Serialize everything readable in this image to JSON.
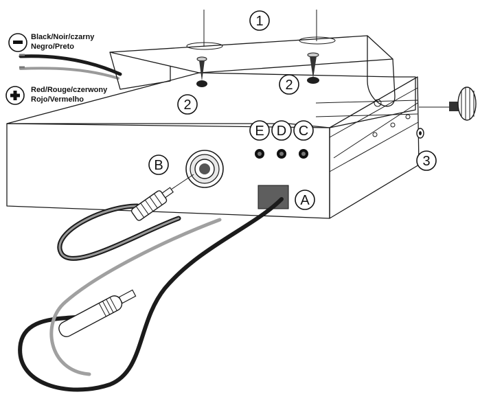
{
  "polarity": {
    "negative": {
      "symbol": "−",
      "line1": "Black/Noir/czarny",
      "line2": "Negro/Preto"
    },
    "positive": {
      "symbol": "+",
      "line1": "Red/Rouge/czerwony",
      "line2": "Rojo/Vermelho"
    }
  },
  "callouts": {
    "bracket": "1",
    "screw_left": "2",
    "screw_right": "2",
    "washer": "3",
    "power_socket": "A",
    "antenna_socket": "B",
    "jack_c": "C",
    "jack_d": "D",
    "jack_e": "E"
  },
  "colors": {
    "outline": "#1a1a1a",
    "black_wire": "#1b1b1b",
    "grey_wire": "#9a9a9a",
    "socket_fill": "#5e5e5e"
  }
}
